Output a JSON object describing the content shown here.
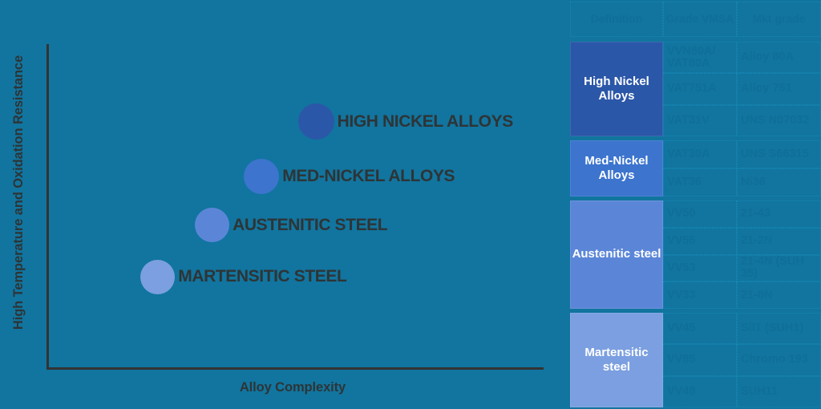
{
  "colors": {
    "background": "#11759F",
    "axis": "#333333",
    "label_text": "#2E3436",
    "table_text": "#0F6F98",
    "table_border": "#1688B4",
    "high_nickel": "#2B57A8",
    "med_nickel": "#3C74CE",
    "austenitic": "#5B86D8",
    "martensitic": "#7B9FE0"
  },
  "chart_data": {
    "type": "scatter",
    "title": "",
    "xlabel": "Alloy Complexity",
    "ylabel": "High Temperature and Oxidation Resistance",
    "grid": false,
    "legend": "none",
    "xlim": [
      0,
      10
    ],
    "ylim": [
      0,
      10
    ],
    "points": [
      {
        "label": "HIGH NICKEL ALLOYS",
        "x": 5.4,
        "y": 7.6,
        "size": 45,
        "color": "#2B57A8"
      },
      {
        "label": "MED-NICKEL ALLOYS",
        "x": 4.3,
        "y": 5.9,
        "size": 44,
        "color": "#3C74CE"
      },
      {
        "label": "AUSTENITIC STEEL",
        "x": 3.3,
        "y": 4.4,
        "size": 43,
        "color": "#5B86D8"
      },
      {
        "label": "MARTENSITIC STEEL",
        "x": 2.2,
        "y": 2.8,
        "size": 43,
        "color": "#7B9FE0"
      }
    ]
  },
  "table": {
    "headers": [
      "Definition",
      "Grade VMSA",
      "Mkt grade"
    ],
    "groups": [
      {
        "definition": "High Nickel Alloys",
        "color": "#2B57A8",
        "rows": [
          {
            "grade": "VVN80A/ VAT80A",
            "mkt": "Alloy 80A"
          },
          {
            "grade": "VAT751A",
            "mkt": "Alloy 751"
          },
          {
            "grade": "VAT31V",
            "mkt": "UNS N07032"
          }
        ]
      },
      {
        "definition": "Med-Nickel Alloys",
        "color": "#3C74CE",
        "rows": [
          {
            "grade": "VAT30A",
            "mkt": "UNS S66315"
          },
          {
            "grade": "VAT36",
            "mkt": "Ni36"
          }
        ]
      },
      {
        "definition": "Austenitic steel",
        "color": "#5B86D8",
        "rows": [
          {
            "grade": "VV50",
            "mkt": "21-43"
          },
          {
            "grade": "VV56",
            "mkt": "21-2N"
          },
          {
            "grade": "VV53",
            "mkt": "21-4N (SUH 35)"
          },
          {
            "grade": "VV33",
            "mkt": "21-8N"
          }
        ]
      },
      {
        "definition": "Martensitic steel",
        "color": "#7B9FE0",
        "rows": [
          {
            "grade": "VV45",
            "mkt": "Sil1 (SUH1)"
          },
          {
            "grade": "VV85",
            "mkt": "Chromo 193"
          },
          {
            "grade": "VV48",
            "mkt": "SUH11"
          }
        ]
      }
    ]
  }
}
